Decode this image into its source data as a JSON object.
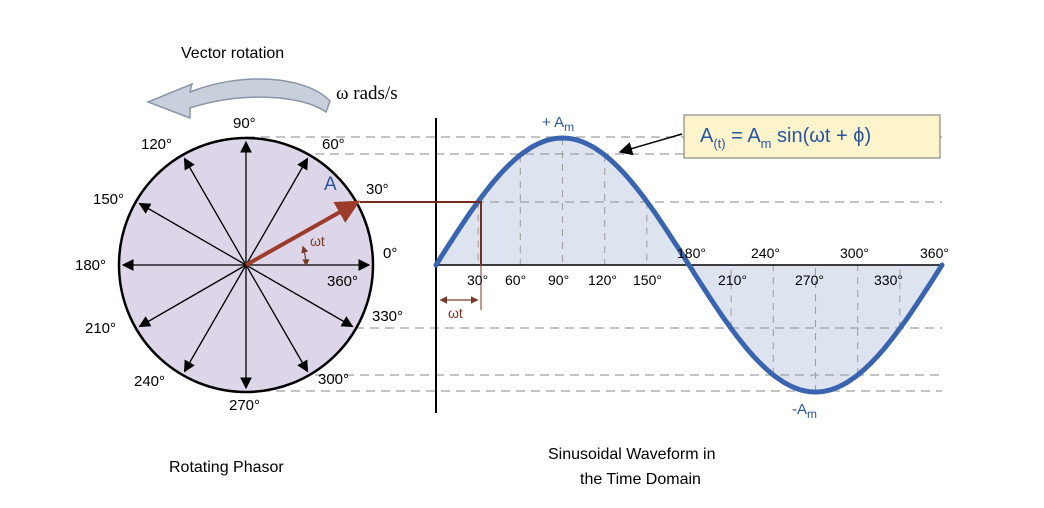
{
  "phasor": {
    "title": "Vector rotation",
    "speed_label": "ω rads/s",
    "caption": "Rotating Phasor",
    "vector_label": "A",
    "angle_label": "ωt",
    "angle_labels": {
      "a0": "0°",
      "a30": "30°",
      "a60": "60°",
      "a90": "90°",
      "a120": "120°",
      "a150": "150°",
      "a180": "180°",
      "a210": "210°",
      "a240": "240°",
      "a270": "270°",
      "a300": "300°",
      "a330": "330°",
      "a360": "360°"
    }
  },
  "waveform": {
    "caption_line1": "Sinusoidal Waveform in",
    "caption_line2": "the Time Domain",
    "peak_pos_prefix": "+ A",
    "peak_neg_prefix": "-A",
    "peak_sub": "m",
    "omega_t_label": "ωt",
    "x_labels_upper": {
      "x30": "30°",
      "x60": "60°",
      "x90": "90°",
      "x120": "120°",
      "x150": "150°",
      "x180": "180°"
    },
    "x_labels_lower": {
      "x210": "210°",
      "x240": "240°",
      "x270": "270°",
      "x300": "300°",
      "x330": "330°",
      "x360": "360°"
    }
  },
  "equation": {
    "lhs_main": "A",
    "lhs_sub": "(t)",
    "eq_sign": " = A",
    "rhs_sub": "m",
    "rhs_tail": " sin(ωt + ϕ)"
  },
  "colors": {
    "curve": "#3a64b0",
    "fill": "#dde4f0",
    "circle_fill": "#dcd6e8",
    "vector": "#9c3a2c",
    "equation_bg": "#fdf4cc"
  }
}
